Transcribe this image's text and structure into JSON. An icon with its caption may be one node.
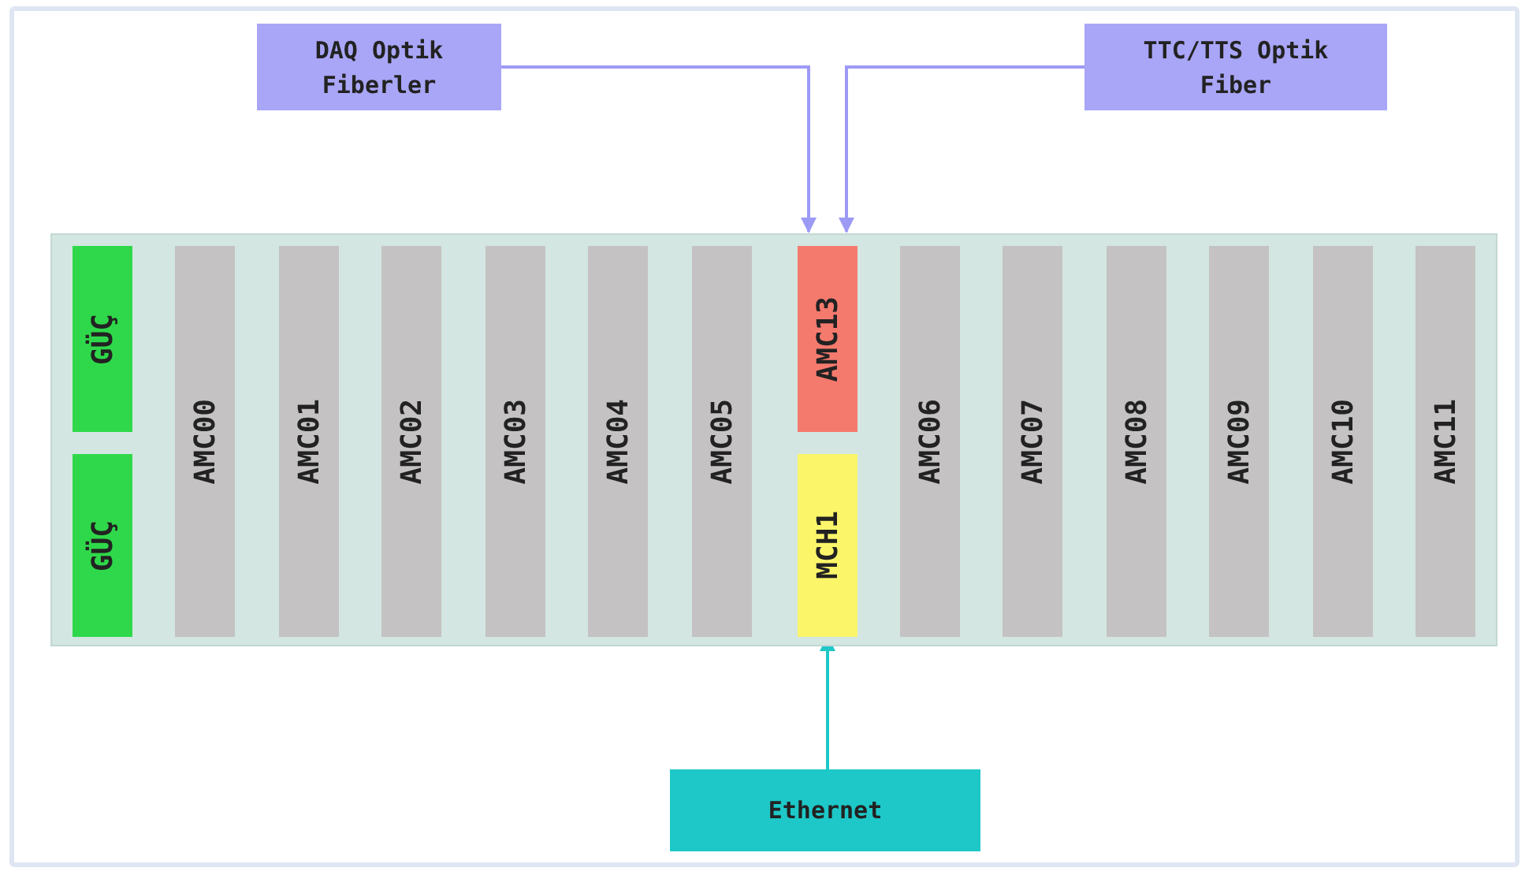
{
  "diagram": {
    "nodes": [
      {
        "text": [
          "DAQ Optik Fiberler"
        ]
      },
      {
        "text": [
          "TTC/TTS Optik Fiber"
        ]
      },
      {
        "text": [],
        "shape": "box"
      },
      {
        "text": [
          "GÜÇ"
        ],
        "in": 2
      },
      {
        "text": [
          "GÜÇ"
        ],
        "in": 2
      },
      {
        "text": [
          "AMC00"
        ],
        "in": 2
      },
      {
        "text": [
          "AMC01"
        ],
        "in": 2
      },
      {
        "text": [
          "AMC02"
        ],
        "in": 2
      },
      {
        "text": [
          "AMC03"
        ],
        "in": 2
      },
      {
        "text": [
          "AMC04"
        ],
        "in": 2
      },
      {
        "text": [
          "AMC05"
        ],
        "in": 2
      },
      {
        "text": [
          "AMC13"
        ],
        "in": 2
      },
      {
        "text": [
          "MCH1"
        ],
        "in": 2
      },
      {
        "text": [
          "AMC06"
        ],
        "in": 2
      },
      {
        "text": [
          "AMC07"
        ],
        "in": 2
      },
      {
        "text": [
          "AMC08"
        ],
        "in": 2
      },
      {
        "text": [
          "AMC09"
        ],
        "in": 2
      },
      {
        "text": [
          "AMC10"
        ],
        "in": 2
      },
      {
        "text": [
          "AMC11"
        ],
        "in": 2
      },
      {
        "text": [
          "Ethernet"
        ]
      }
    ],
    "edges": [
      {
        "from": 0,
        "to": 11,
        "arrow": "to"
      },
      {
        "from": 1,
        "to": 11,
        "arrow": "to"
      },
      {
        "from": 19,
        "to": 12,
        "arrow": "to",
        "color": "#20c8c8"
      }
    ]
  }
}
